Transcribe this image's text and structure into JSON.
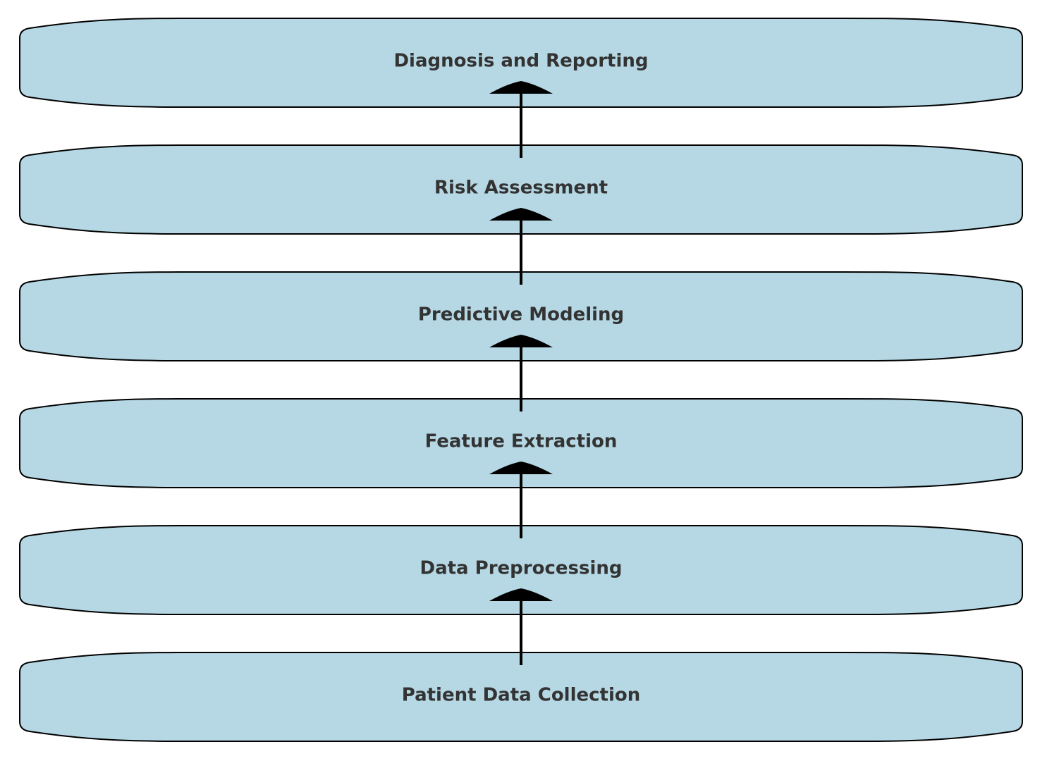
{
  "diagram": {
    "type": "flowchart",
    "direction": "bottom-to-top",
    "box_fill": "#b6d8e4",
    "box_stroke": "#000000",
    "label_color": "#333333",
    "arrow_color": "#000000",
    "stages": [
      {
        "label": "Diagnosis and Reporting"
      },
      {
        "label": "Risk Assessment"
      },
      {
        "label": "Predictive Modeling"
      },
      {
        "label": "Feature Extraction"
      },
      {
        "label": "Data Preprocessing"
      },
      {
        "label": "Patient Data Collection"
      }
    ],
    "edges": [
      {
        "from": "Patient Data Collection",
        "to": "Data Preprocessing"
      },
      {
        "from": "Data Preprocessing",
        "to": "Feature Extraction"
      },
      {
        "from": "Feature Extraction",
        "to": "Predictive Modeling"
      },
      {
        "from": "Predictive Modeling",
        "to": "Risk Assessment"
      },
      {
        "from": "Risk Assessment",
        "to": "Diagnosis and Reporting"
      }
    ]
  }
}
